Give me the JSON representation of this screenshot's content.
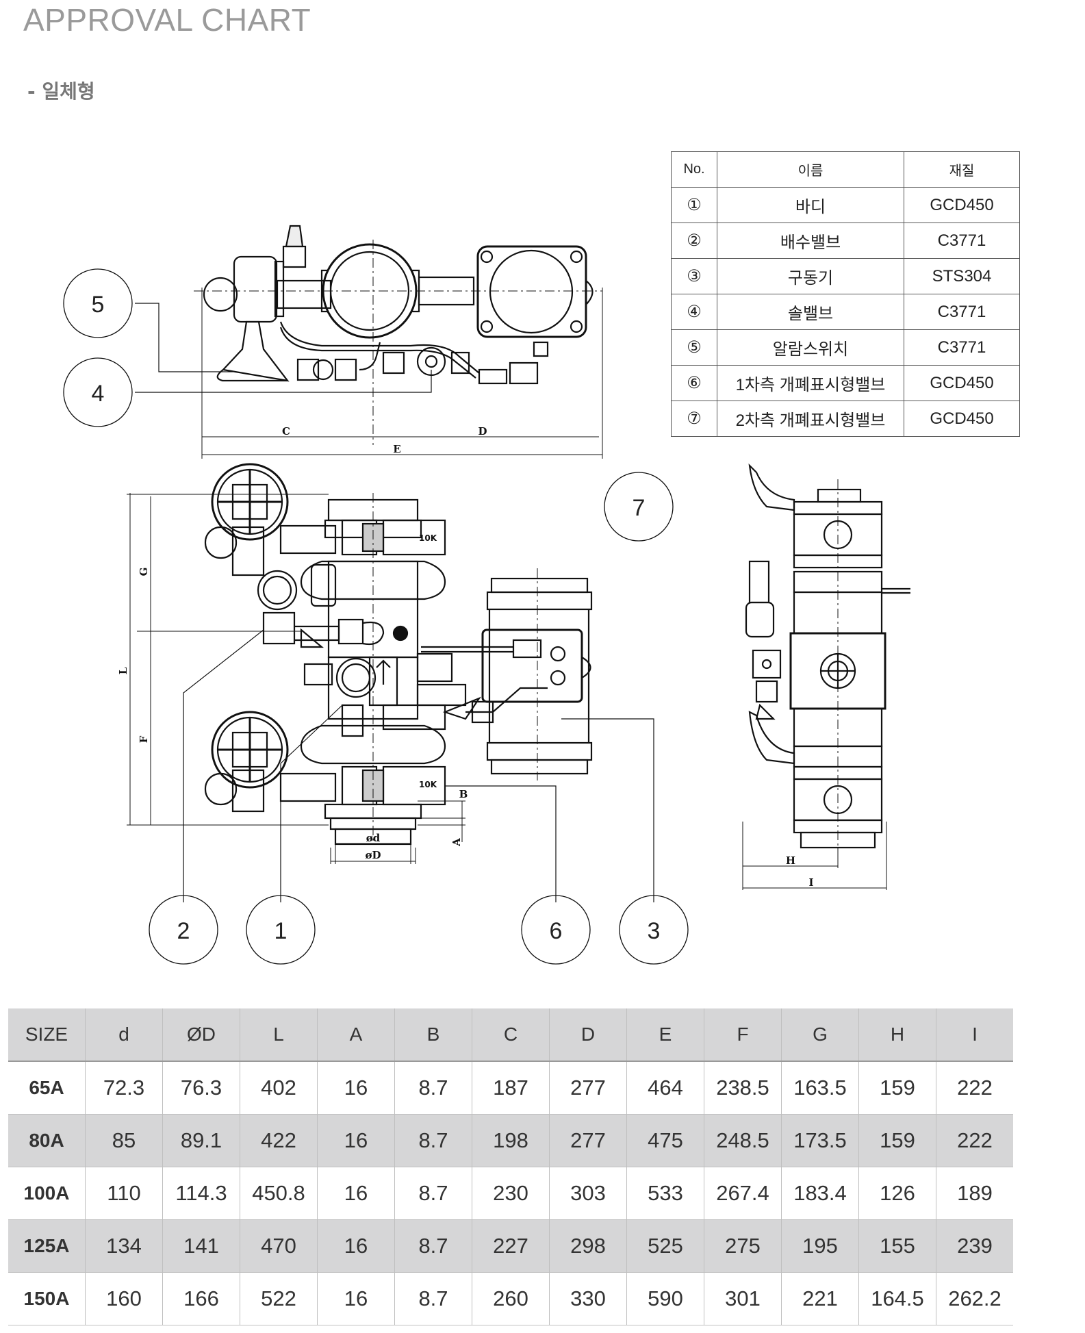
{
  "header": {
    "title": "APPROVAL CHART",
    "subtitle": "- 일체형"
  },
  "parts_table": {
    "headers": [
      "No.",
      "이름",
      "재질"
    ],
    "rows": [
      {
        "no": "①",
        "name": "바디",
        "material": "GCD450"
      },
      {
        "no": "②",
        "name": "배수밸브",
        "material": "C3771"
      },
      {
        "no": "③",
        "name": "구동기",
        "material": "STS304"
      },
      {
        "no": "④",
        "name": "솔밸브",
        "material": "C3771"
      },
      {
        "no": "⑤",
        "name": "알람스위치",
        "material": "C3771"
      },
      {
        "no": "⑥",
        "name": "1차측 개폐표시형밸브",
        "material": "GCD450"
      },
      {
        "no": "⑦",
        "name": "2차측 개폐표시형밸브",
        "material": "GCD450"
      }
    ]
  },
  "callouts": [
    "5",
    "4",
    "7",
    "2",
    "1",
    "6",
    "3"
  ],
  "dimension_labels": {
    "c": "C",
    "d": "D",
    "e": "E",
    "g": "G",
    "l": "L",
    "f": "F",
    "b": "B",
    "a": "A",
    "phi_d": "ød",
    "phi_D": "øD",
    "h": "H",
    "i": "I"
  },
  "body_marks": {
    "k": "10K"
  },
  "dimensions_table": {
    "headers": [
      "SIZE",
      "d",
      "ØD",
      "L",
      "A",
      "B",
      "C",
      "D",
      "E",
      "F",
      "G",
      "H",
      "I"
    ],
    "rows": [
      [
        "65A",
        "72.3",
        "76.3",
        "402",
        "16",
        "8.7",
        "187",
        "277",
        "464",
        "238.5",
        "163.5",
        "159",
        "222"
      ],
      [
        "80A",
        "85",
        "89.1",
        "422",
        "16",
        "8.7",
        "198",
        "277",
        "475",
        "248.5",
        "173.5",
        "159",
        "222"
      ],
      [
        "100A",
        "110",
        "114.3",
        "450.8",
        "16",
        "8.7",
        "230",
        "303",
        "533",
        "267.4",
        "183.4",
        "126",
        "189"
      ],
      [
        "125A",
        "134",
        "141",
        "470",
        "16",
        "8.7",
        "227",
        "298",
        "525",
        "275",
        "195",
        "155",
        "239"
      ],
      [
        "150A",
        "160",
        "166",
        "522",
        "16",
        "8.7",
        "260",
        "330",
        "590",
        "301",
        "221",
        "164.5",
        "262.2"
      ]
    ]
  }
}
